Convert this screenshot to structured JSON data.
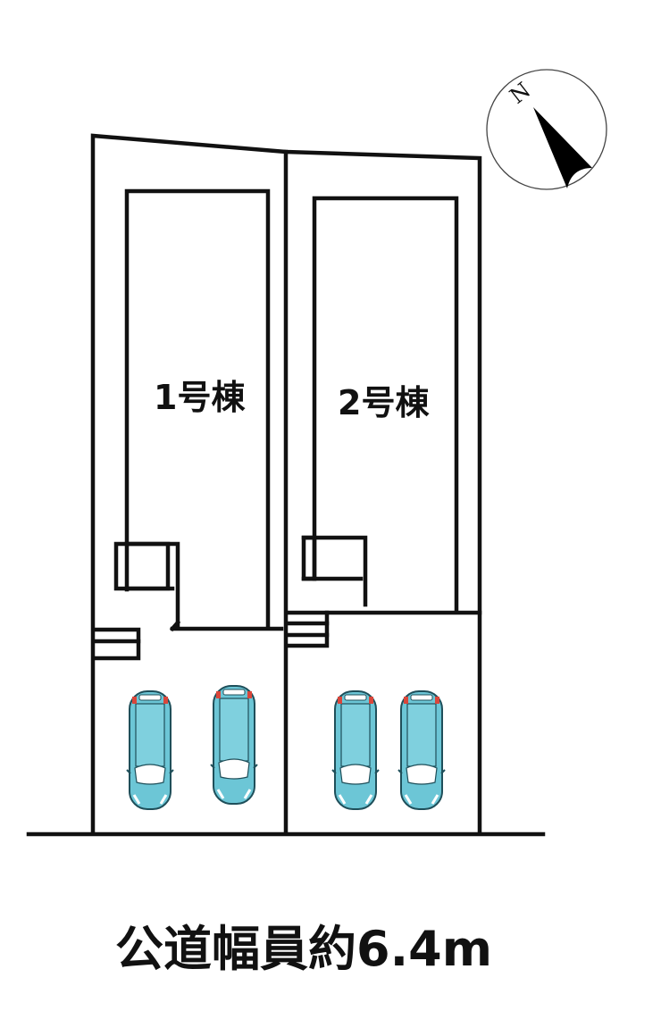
{
  "lots": [
    {
      "label": "1号棟",
      "parking_spaces": 2
    },
    {
      "label": "2号棟",
      "parking_spaces": 2
    }
  ],
  "road": {
    "label": "公道幅員約6.4m"
  },
  "compass": {
    "label": "N"
  },
  "colors": {
    "line": "#111111",
    "car_body": "#6cc6d6",
    "car_outline": "#1f4f5a",
    "tail_light": "#d9463b"
  }
}
